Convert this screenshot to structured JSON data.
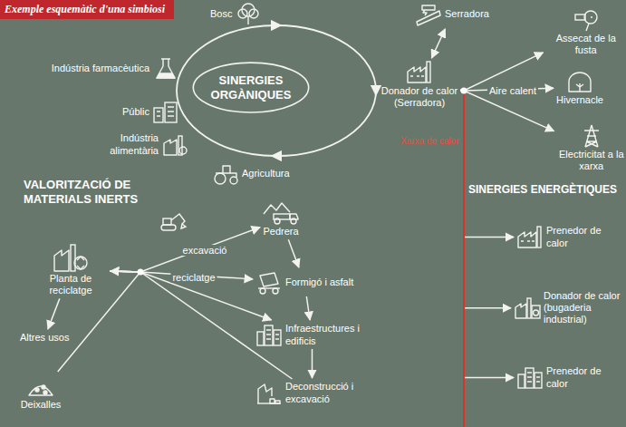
{
  "diagram": {
    "title": "Exemple esquemàtic d'una simbiosi",
    "nodes": [
      {
        "text": [
          "SINERGIES ORGÀNIQUES"
        ]
      },
      {
        "text": [
          "Bosc"
        ]
      },
      {
        "text": [
          "Indústria farmacèutica"
        ]
      },
      {
        "text": [
          "Públic"
        ]
      },
      {
        "text": [
          "Indústria alimentària"
        ]
      },
      {
        "text": [
          "Agricultura"
        ]
      },
      {
        "text": [
          "Serradora"
        ]
      },
      {
        "text": [
          "Donador de calor (Serradora)"
        ]
      },
      {
        "text": [
          "Assecat de la fusta"
        ]
      },
      {
        "text": [
          "Hivernacle"
        ]
      },
      {
        "text": [
          "Electricitat a la xarxa"
        ]
      },
      {
        "text": [
          "Prenedor de calor"
        ]
      },
      {
        "text": [
          "Donador de calor (bugaderia industrial)"
        ]
      },
      {
        "text": [
          "Prenedor de calor"
        ]
      },
      {
        "text": [
          "Planta de reciclatge"
        ]
      },
      {
        "text": [
          "Pedrera"
        ]
      },
      {
        "text": [
          "Formigó i asfalt"
        ]
      },
      {
        "text": [
          "Infraestructures i edificis"
        ]
      },
      {
        "text": [
          "Deconstrucció i excavació"
        ]
      },
      {
        "text": [
          "Altres usos"
        ]
      },
      {
        "text": [
          "Deixalles"
        ]
      }
    ],
    "edges": [
      {
        "from": 7,
        "to": 6,
        "arrow": "both"
      },
      {
        "from": 7,
        "to": 8,
        "arrow": "to"
      },
      {
        "from": 7,
        "to": 9,
        "label": "Aire calent",
        "arrow": "to"
      },
      {
        "from": 7,
        "to": 10,
        "arrow": "to"
      },
      {
        "from": 7,
        "to": 11,
        "arrow": "to"
      },
      {
        "from": 7,
        "to": 12,
        "arrow": "to"
      },
      {
        "from": 7,
        "to": 13,
        "arrow": "to"
      },
      {
        "from": 14,
        "to": 15,
        "label": "excavació",
        "arrow": "to"
      },
      {
        "from": 14,
        "to": 16,
        "label": "reciclatge",
        "arrow": "to"
      },
      {
        "from": 14,
        "to": 17,
        "arrow": "to"
      },
      {
        "from": 15,
        "to": 16,
        "arrow": "to"
      },
      {
        "from": 16,
        "to": 17,
        "arrow": "to"
      },
      {
        "from": 17,
        "to": 18,
        "arrow": "to"
      },
      {
        "from": 18,
        "to": 14,
        "arrow": "to"
      },
      {
        "from": 20,
        "to": 14,
        "arrow": "to"
      },
      {
        "from": 14,
        "to": 19,
        "arrow": "to"
      }
    ],
    "labels": [
      "VALORITZACIÓ DE MATERIALS INERTS",
      "SINERGIES ENERGÈTIQUES",
      "Xarxa de calor"
    ]
  }
}
